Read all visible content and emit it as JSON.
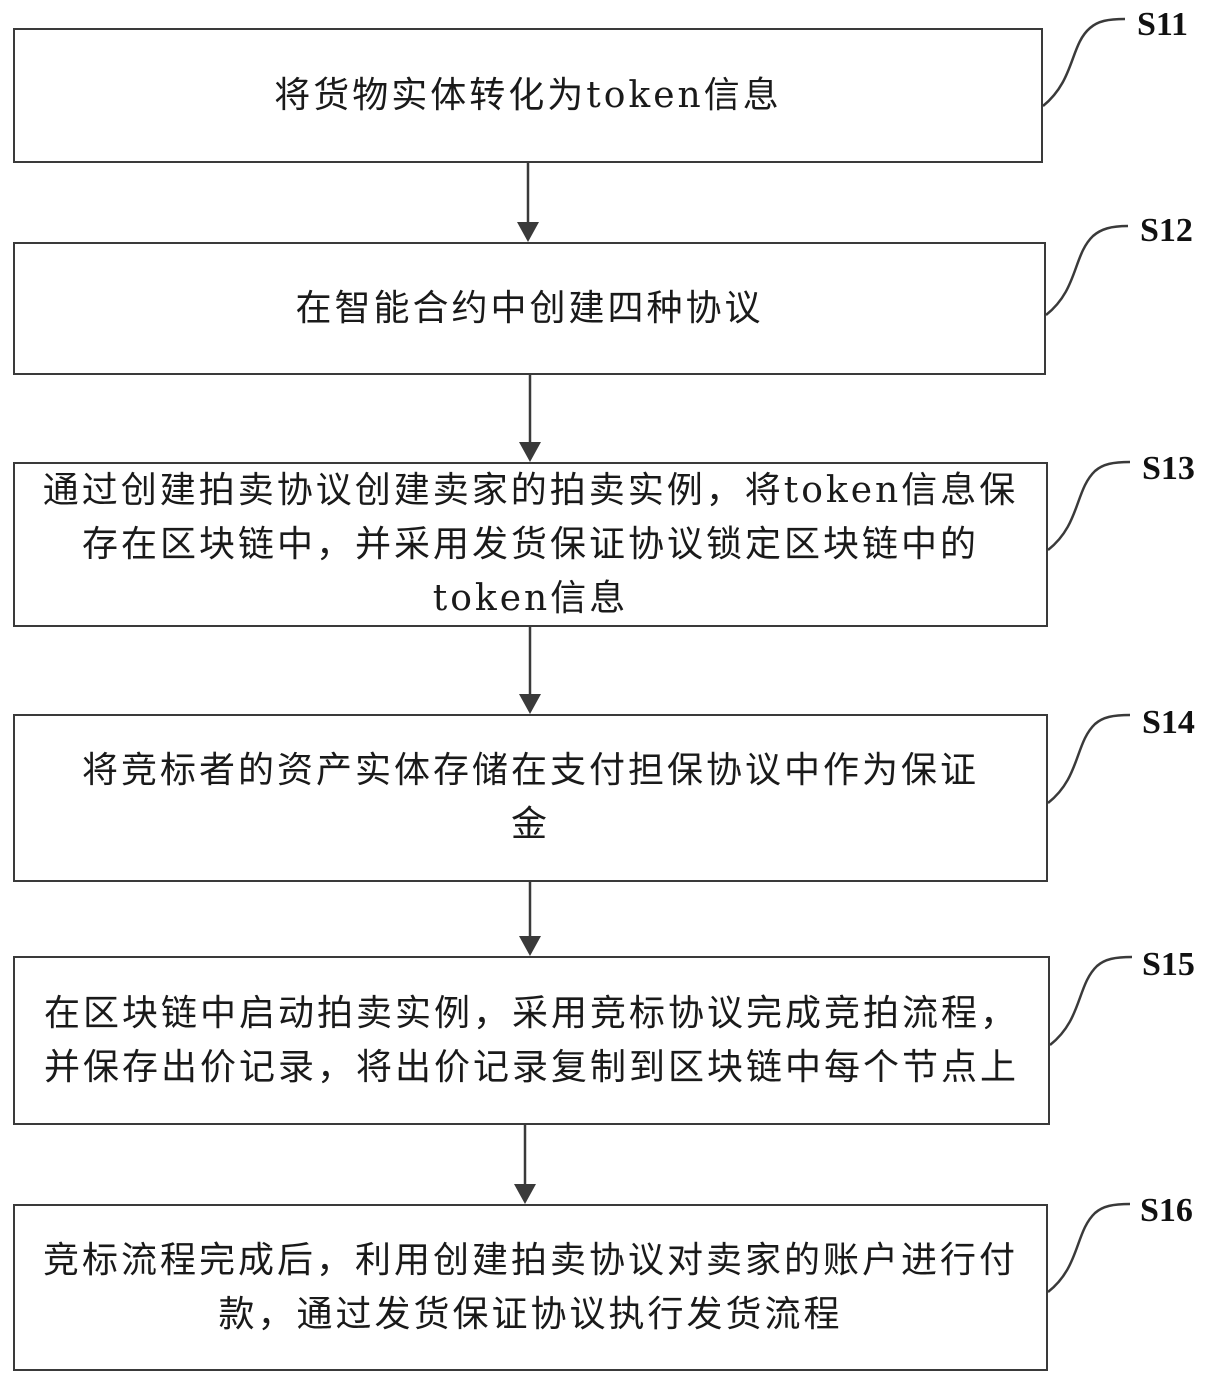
{
  "steps": [
    {
      "id": "S11",
      "text": "将货物实体转化为token信息"
    },
    {
      "id": "S12",
      "text": "在智能合约中创建四种协议"
    },
    {
      "id": "S13",
      "text": "通过创建拍卖协议创建卖家的拍卖实例，将token信息保存在区块链中，并采用发货保证协议锁定区块链中的token信息"
    },
    {
      "id": "S14",
      "text": "将竞标者的资产实体存储在支付担保协议中作为保证金"
    },
    {
      "id": "S15",
      "text": "在区块链中启动拍卖实例，采用竞标协议完成竞拍流程，并保存出价记录，将出价记录复制到区块链中每个节点上"
    },
    {
      "id": "S16",
      "text": "竞标流程完成后，利用创建拍卖协议对卖家的账户进行付款，通过发货保证协议执行发货流程"
    }
  ],
  "colors": {
    "border": "#3a3a3a",
    "text": "#1a1a1a",
    "arrow": "#3a3a3a"
  }
}
